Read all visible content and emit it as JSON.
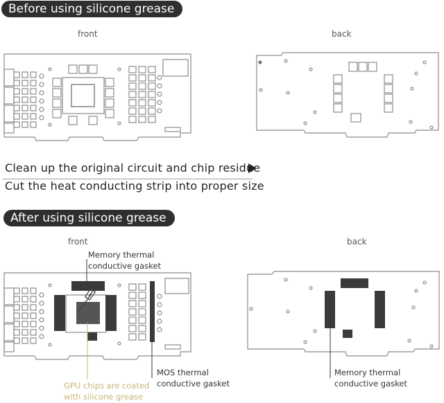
{
  "before": {
    "title": "Before using silicone grease",
    "front_label": "front",
    "back_label": "back"
  },
  "steps": [
    "Clean up the original circuit and chip residue",
    "Cut the heat conducting strip into proper size"
  ],
  "after": {
    "title": "After using silicone grease",
    "front_label": "front",
    "back_label": "back"
  },
  "annotations": {
    "memory_front": [
      "Memory thermal",
      "conductive gasket"
    ],
    "mos": [
      "MOS thermal",
      "conductive gasket"
    ],
    "gpu": [
      "GPU chips are coated",
      "with silicone grease"
    ],
    "memory_back": [
      "Memory thermal",
      "conductive gasket"
    ]
  },
  "colors": {
    "pill_bg": "#2f2f2f",
    "pad_fill": "#3a3a3a",
    "gpu_grease": "#555555",
    "gpu_label": "#c7b57a",
    "board_line": "#8a8a8a"
  }
}
